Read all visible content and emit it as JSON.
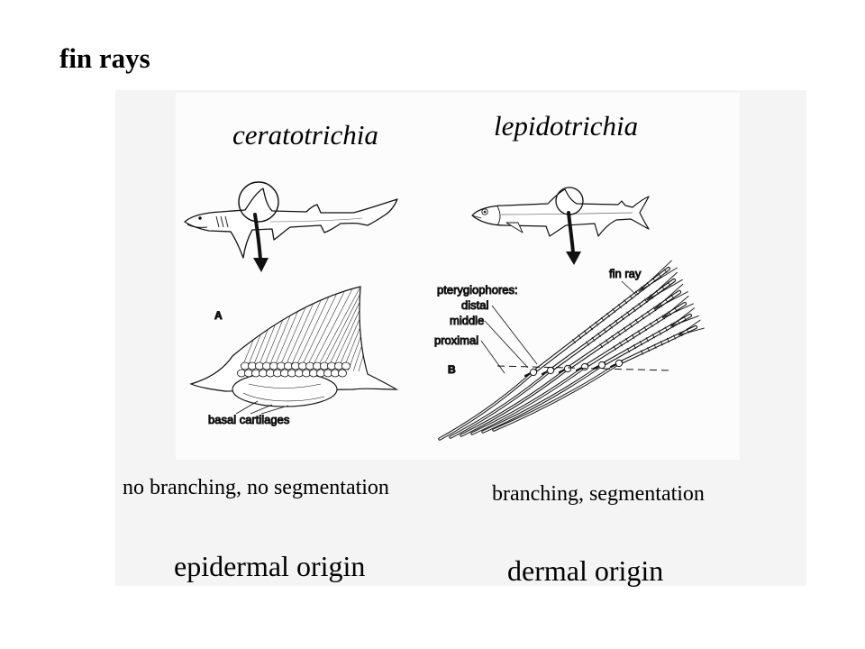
{
  "slide": {
    "title": "fin rays",
    "ceratotrichia": {
      "heading": "ceratotrichia",
      "figure_letter": "A",
      "callout": "basal cartilages",
      "property": "no branching, no segmentation",
      "origin": "epidermal origin"
    },
    "lepidotrichia": {
      "heading": "lepidotrichia",
      "figure_letter": "B",
      "fin_ray_label": "fin ray",
      "pterygiophores_label": "pterygiophores:",
      "distal_label": "distal",
      "middle_label": "middle",
      "proximal_label": "proximal",
      "property": "branching, segmentation",
      "origin": "dermal origin"
    }
  }
}
